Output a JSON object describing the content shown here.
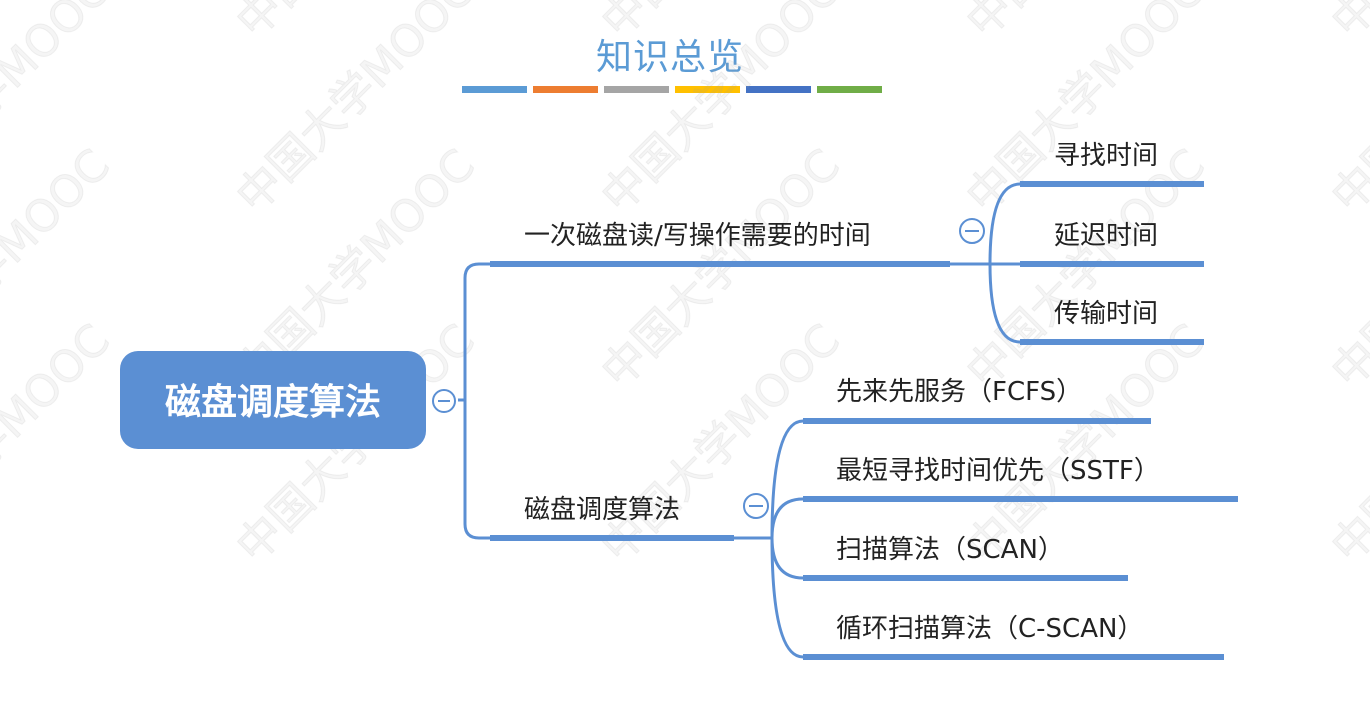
{
  "title": "知识总览",
  "title_color": "#5b9bd5",
  "color_bar": [
    "#5b9bd5",
    "#ed7d31",
    "#a5a5a5",
    "#ffc000",
    "#4472c4",
    "#70ad47"
  ],
  "branch_color": "#5b8fd3",
  "watermark": "中国大学MOOC",
  "root": {
    "label": "磁盘调度算法",
    "collapse_icon": "minus-circle-icon"
  },
  "branches": [
    {
      "label": "一次磁盘读/写操作需要的时间",
      "collapse_icon": "minus-circle-icon",
      "children": [
        "寻找时间",
        "延迟时间",
        "传输时间"
      ]
    },
    {
      "label": "磁盘调度算法",
      "collapse_icon": "minus-circle-icon",
      "children": [
        "先来先服务（FCFS）",
        "最短寻找时间优先（SSTF）",
        "扫描算法（SCAN）",
        "循环扫描算法（C-SCAN）"
      ]
    }
  ]
}
